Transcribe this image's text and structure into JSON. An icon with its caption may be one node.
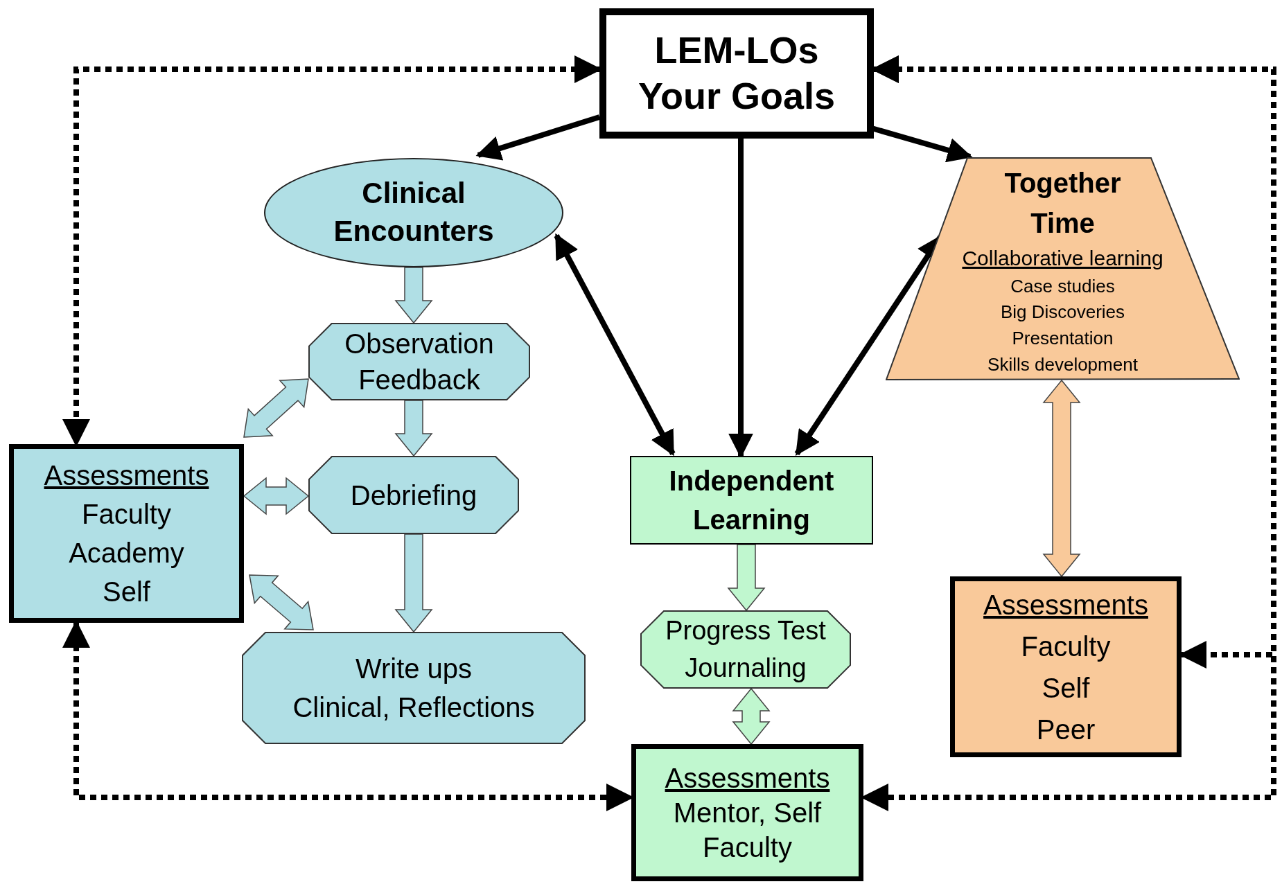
{
  "diagram": {
    "nodes": [
      {
        "text": [
          "LEM-LOs Your Goals"
        ]
      },
      {
        "text": [
          "Clinical Encounters"
        ]
      },
      {
        "text": [
          "Observation Feedback"
        ]
      },
      {
        "text": [
          "Debriefing"
        ]
      },
      {
        "text": [
          "Write ups",
          "Clinical, Reflections"
        ]
      },
      {
        "text": [
          "Assessments",
          "Faculty Academy Self"
        ]
      },
      {
        "text": [
          "Independent Learning"
        ]
      },
      {
        "text": [
          "Progress Test Journaling"
        ]
      },
      {
        "text": [
          "Assessments",
          "Mentor, Self Faculty"
        ]
      },
      {
        "text": [
          "Together Time",
          "Collaborative learning",
          "Case studies",
          "Big Discoveries",
          "Presentation",
          "Skills development"
        ]
      },
      {
        "text": [
          "Assessments",
          "Faculty Self Peer"
        ]
      }
    ],
    "edges": [
      {
        "from": 0,
        "to": 1,
        "arrow": "to"
      },
      {
        "from": 0,
        "to": 6,
        "arrow": "to"
      },
      {
        "from": 0,
        "to": 9,
        "arrow": "to"
      },
      {
        "from": 1,
        "to": 6,
        "arrow": "both"
      },
      {
        "from": 9,
        "to": 6,
        "arrow": "both"
      },
      {
        "from": 1,
        "to": 2,
        "arrow": "to",
        "style": "thick",
        "color": "#b0dfe5"
      },
      {
        "from": 2,
        "to": 3,
        "arrow": "to",
        "style": "thick",
        "color": "#b0dfe5"
      },
      {
        "from": 3,
        "to": 4,
        "arrow": "to",
        "style": "thick",
        "color": "#b0dfe5"
      },
      {
        "from": 5,
        "to": 2,
        "arrow": "both",
        "style": "thick",
        "color": "#b0dfe5"
      },
      {
        "from": 5,
        "to": 3,
        "arrow": "both",
        "style": "thick",
        "color": "#b0dfe5"
      },
      {
        "from": 5,
        "to": 4,
        "arrow": "both",
        "style": "thick",
        "color": "#b0dfe5"
      },
      {
        "from": 6,
        "to": 7,
        "arrow": "to",
        "style": "thick",
        "color": "#c0f7cf"
      },
      {
        "from": 7,
        "to": 8,
        "arrow": "both",
        "style": "thick",
        "color": "#c0f7cf"
      },
      {
        "from": 9,
        "to": 10,
        "arrow": "both",
        "style": "thick",
        "color": "#f9c99a"
      },
      {
        "from": 0,
        "to": 5,
        "arrow": "both",
        "style": "dashed"
      },
      {
        "from": 0,
        "to": 10,
        "arrow": "both",
        "style": "dashed"
      },
      {
        "from": 0,
        "to": 8,
        "arrow": "both",
        "style": "dashed"
      },
      {
        "from": 5,
        "to": 8,
        "arrow": "both",
        "style": "dashed"
      }
    ]
  }
}
